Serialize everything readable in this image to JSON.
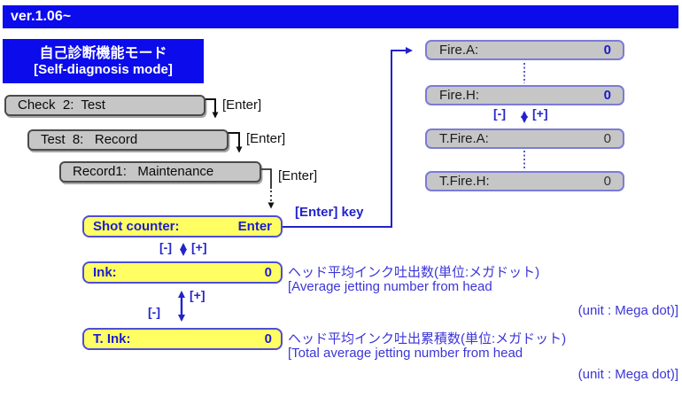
{
  "colors": {
    "header_blue": "#0b0bec",
    "lcd_yellow": "#ffff63",
    "lcd_gray": "#c6c6c6",
    "accent_blue": "#1c1ccd",
    "annotation_blue": "#3c35d8"
  },
  "header": {
    "version": "ver.1.06~"
  },
  "title": {
    "ja": "自己診断機能モード",
    "en": "[Self-diagnosis mode]"
  },
  "menu_flow": [
    {
      "label": "Check  2:  Test"
    },
    {
      "label": "Test  8:   Record"
    },
    {
      "label": "Record1:   Maintenance"
    }
  ],
  "keys": {
    "enter": "[Enter]",
    "enter_key": "[Enter] key",
    "minus": "[-]",
    "plus": "[+]"
  },
  "counters": {
    "shot": {
      "label": "Shot counter:",
      "value": "Enter"
    },
    "ink": {
      "label": "Ink:",
      "value": "0"
    },
    "t_ink": {
      "label": "T. Ink:",
      "value": "0"
    }
  },
  "fire_counters": [
    {
      "label": "Fire.A:",
      "value": "0"
    },
    {
      "label": "Fire.H:",
      "value": "0"
    },
    {
      "label": "T.Fire.A:",
      "value": "0"
    },
    {
      "label": "T.Fire.H:",
      "value": "0"
    }
  ],
  "annotations": {
    "ink": {
      "ja": "ヘッド平均インク吐出数(単位:メガドット)",
      "en": "[Average jetting number from head",
      "unit": "(unit : Mega dot)]"
    },
    "t_ink": {
      "ja": "ヘッド平均インク吐出累積数(単位:メガドット)",
      "en": "[Total average jetting number from head",
      "unit": "(unit : Mega dot)]"
    }
  }
}
